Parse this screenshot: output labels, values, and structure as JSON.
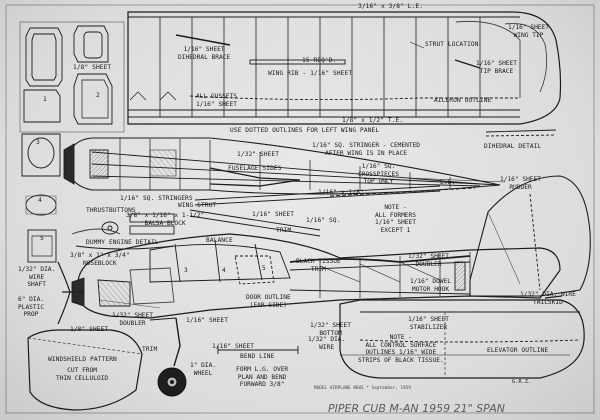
{
  "wing": {
    "le_label": "3/16\" x 3/8\" L.E.",
    "wingtip_label": [
      "1/16\" SHEET",
      "WING TIP"
    ],
    "dihedral_brace_label": [
      "1/16\" SHEET",
      "DIHEDRAL BRACE"
    ],
    "req_label": "15 REQ'D.",
    "wing_rib_label": "WING RIB - 1/16\" SHEET",
    "strut_location_label": "STRUT LOCATION",
    "tip_brace_label": [
      "1/16\" SHEET",
      "TIP BRACE"
    ],
    "gussets_label": [
      "ALL GUSSETS",
      "1/16\" SHEET"
    ],
    "aileron_label": "AILERON OUTLINE",
    "te_label": "1/8\" x 1/2\" T.E.",
    "dotted_note": "USE DOTTED OUTLINES FOR LEFT WING PANEL",
    "dihedral_detail_label": "DIHEDRAL DETAIL"
  },
  "formers": {
    "sheet_label": "1/8\" SHEET",
    "labels": [
      "1",
      "2",
      "3",
      "4",
      "5"
    ]
  },
  "fuselage": {
    "sheet_label": "1/32\" SHEET",
    "sides_label": "FUSELAGE SIDES",
    "stringer_label": [
      "1/16\" SQ. STRINGER - CEMENTED",
      "AFTER WING IS IN PLACE"
    ],
    "crosspieces_label": [
      "1/16\" SQ.",
      "CROSSPIECES",
      "TOP ONLY"
    ],
    "sq_stringers_label": "1/16\" SQ. STRINGERS",
    "thrustbuttons_label": "THRUSTBUTTONS",
    "balsa_block_label": [
      "3/8\" x 1/16\" x 1-1/2\"",
      "BALSA BLOCK"
    ],
    "wing_strut_label": "WING STRUT",
    "dummy_engine_label": "DUMMY ENGINE DETAIL",
    "le_small_label": "L.E.",
    "strip_label": "1/16\" x 1/8\"",
    "sheet16_label": "1/16\" SHEET",
    "sheet16_label_2": "1/16\" SQ.",
    "trim_label": "TRIM"
  },
  "rudder": {
    "label": [
      "1/16\" SHEET",
      "RUDDER"
    ],
    "formers_note": [
      "NOTE -",
      "ALL FORMERS",
      "1/16\" SHEET",
      "EXCEPT 1"
    ]
  },
  "side_view": {
    "balance_label": "BALANCE",
    "noseblock_label": [
      "3/8\" x 1\" x 3/4\"",
      "NOSEBLOCK"
    ],
    "wire_shaft_label": [
      "1/32\" DIA.",
      "WIRE",
      "SHAFT"
    ],
    "plastic_prop_label": [
      "6\" DIA.",
      "PLASTIC",
      "PROP"
    ],
    "black_tissue_label": [
      "BLACK TISSUE",
      "TRIM"
    ],
    "door_outline_label": [
      "DOOR OUTLINE",
      "(FAR SIDE)"
    ],
    "doubler_label": [
      "1/32\" SHEET",
      "DOUBLER"
    ],
    "doubler_front_label": [
      "1/32\" SHEET",
      "DOUBLER"
    ],
    "dowel_label": [
      "1/16\" DOWEL",
      "MOTOR HOOK"
    ],
    "tailskid_label": [
      "1/32\" DIA. WIRE",
      "TAILSKID"
    ],
    "sheet_front_label": "1/8\" SHEET",
    "sheet_mid_label": "1/16\" SHEET",
    "bottom_label": [
      "1/32\" SHEET",
      "BOTTOM"
    ],
    "trim_label": "TRIM",
    "wheel_label": [
      "1\" DIA.",
      "WHEEL"
    ],
    "wire_label": [
      "1/32\" DIA.",
      "WIRE"
    ],
    "sheet_gear_label": "1/16\" SHEET",
    "former_numbers": [
      "3",
      "4",
      "5"
    ]
  },
  "stabilizer": {
    "label": [
      "1/16\" SHEET",
      "STABILIZER"
    ],
    "note": [
      "NOTE -",
      "ALL CONTROL SURFACE",
      "OUTLINES 1/16\" WIDE",
      "STRIPS OF BLACK TISSUE."
    ],
    "elevator_label": "ELEVATOR OUTLINE",
    "grz_label": "G.R.Z."
  },
  "windshield": {
    "title": "WINDSHIELD PATTERN",
    "subtitle": [
      "CUT FROM",
      "THIN CELLULOID"
    ]
  },
  "bend_line": {
    "title": "BEND LINE",
    "text": [
      "FORM L.G. OVER",
      "PLAN AND BEND",
      "FORWARD 3/8\""
    ]
  },
  "footer": {
    "credit": "MODEL AIRPLANE NEWS * September, 1959",
    "handwritten": "PIPER CUB M-AN 1959 21\" SPAN"
  },
  "colors": {
    "ink": "#1a1a1a",
    "paper": "#e4e4e2",
    "wheel": "#222222"
  }
}
